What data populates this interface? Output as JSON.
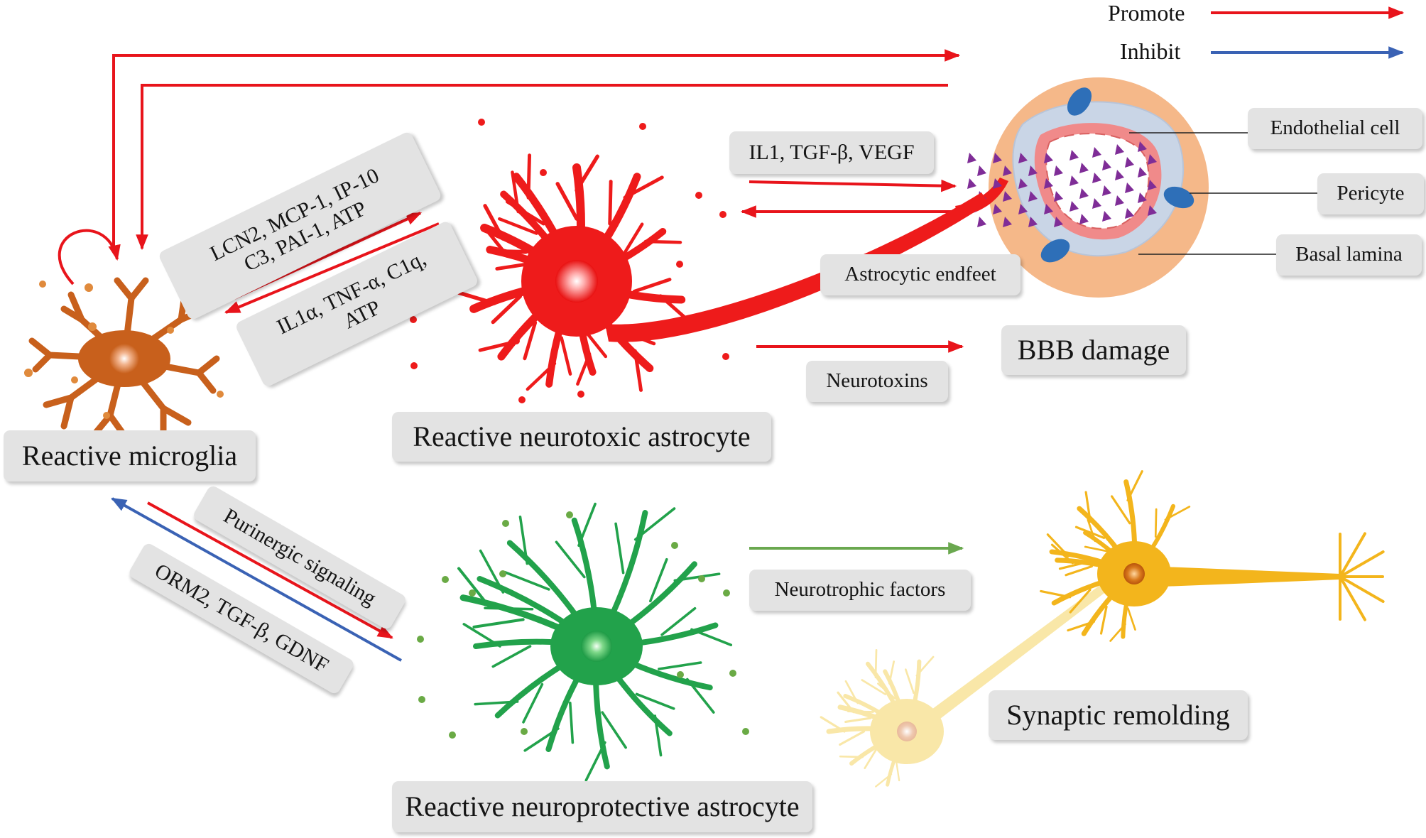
{
  "legend": {
    "promote": {
      "label": "Promote",
      "color": "#e8141b"
    },
    "inhibit": {
      "label": "Inhibit",
      "color": "#3a62b4"
    }
  },
  "colors": {
    "microglia": "#c8601c",
    "neurotoxic_astrocyte": "#ee1b1b",
    "neuroprotective_astrocyte": "#22a24b",
    "neuron": "#f3b51c",
    "faded_neuron": "#f9e7a8",
    "vessel_bg": "#f5b889",
    "pericyte": "#2e6fb8",
    "particle": "#7f2d97"
  },
  "cells": {
    "microglia": "Reactive microglia",
    "neurotoxic": "Reactive neurotoxic astrocyte",
    "neuroprotective": "Reactive neuroprotective astrocyte"
  },
  "signals": {
    "microglia_to_astro_line1": "LCN2, MCP-1, IP-10",
    "microglia_to_astro_line2": "C3, PAI-1, ATP",
    "astro_to_microglia_line1": "IL1α, TNF-α, C1q,",
    "astro_to_microglia_line2": "ATP",
    "purinergic": "Purinergic signaling",
    "orm2": "ORM2, TGF-β, GDNF",
    "il1_tgf_vegf": "IL1, TGF-β, VEGF",
    "astrocytic_endfeet": "Astrocytic endfeet",
    "neurotoxins": "Neurotoxins",
    "neurotrophic_factors": "Neurotrophic factors"
  },
  "vessel_labels": {
    "endothelial": "Endothelial cell",
    "pericyte": "Pericyte",
    "basal_lamina": "Basal lamina"
  },
  "outcomes": {
    "bbb_damage": "BBB damage",
    "synaptic_remolding": "Synaptic remolding"
  }
}
